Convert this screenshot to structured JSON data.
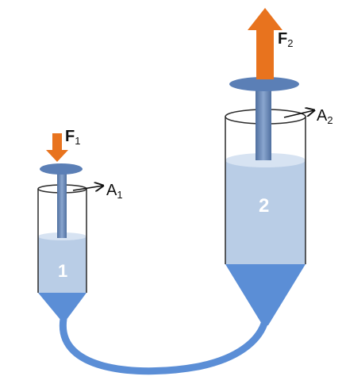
{
  "labels": {
    "force_small": "F",
    "force_small_sub": "1",
    "area_small": "A",
    "area_small_sub": "1",
    "force_large": "F",
    "force_large_sub": "2",
    "area_large": "A",
    "area_large_sub": "2",
    "cylinder_small_number": "1",
    "cylinder_large_number": "2"
  },
  "colors": {
    "fluid": "#b9cde6",
    "tube": "#5b8ed6",
    "piston": "#5b7fb6",
    "arrow": "#e8731e",
    "glass_outline": "#2a2a2a"
  },
  "icons": [
    "down-force-arrow",
    "up-force-arrow",
    "area-pointer-arrow"
  ]
}
